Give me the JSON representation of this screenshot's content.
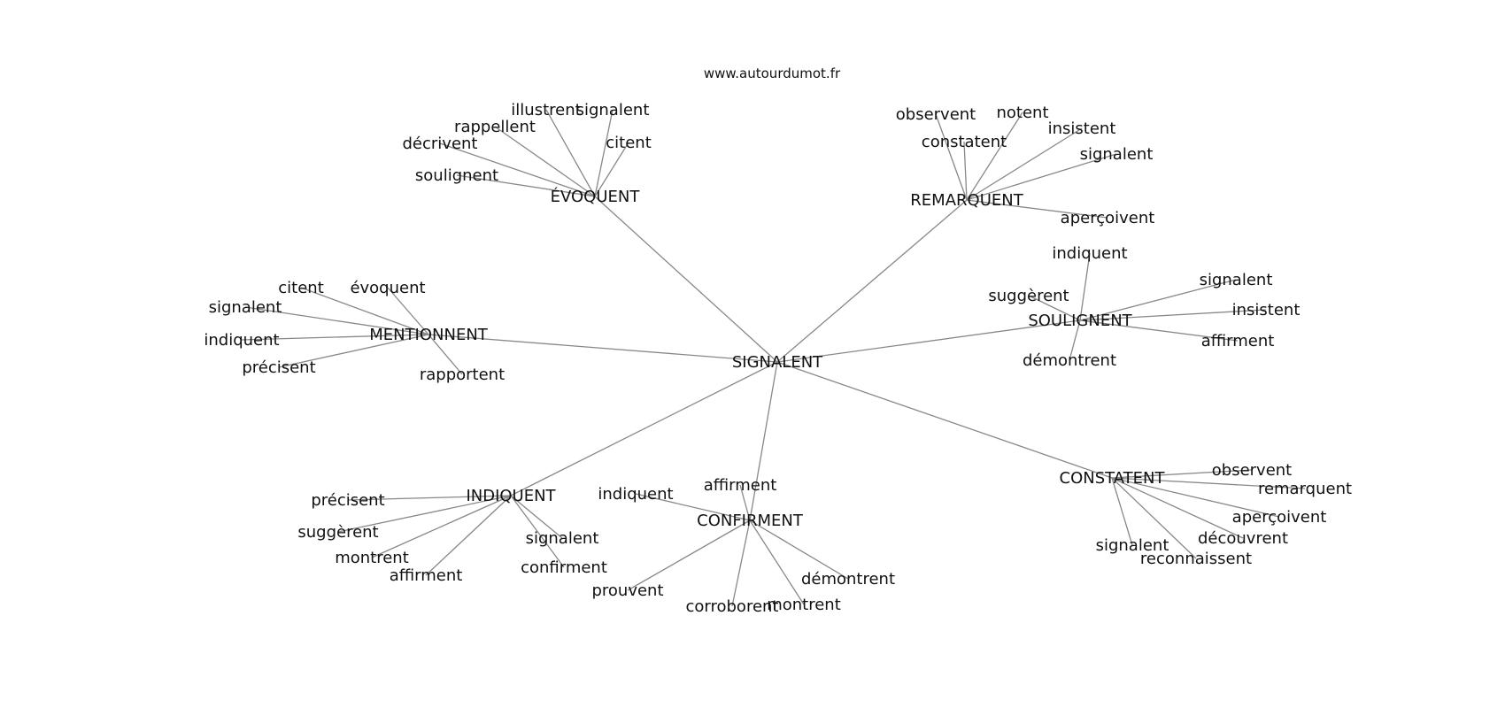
{
  "site": "www.autourdumot.fr",
  "center": "SIGNALENT",
  "groups": [
    {
      "word": "ÉVOQUENT",
      "leaves": [
        "illustrent",
        "signalent",
        "rappellent",
        "citent",
        "décrivent",
        "soulignent"
      ]
    },
    {
      "word": "REMARQUENT",
      "leaves": [
        "observent",
        "notent",
        "constatent",
        "insistent",
        "signalent",
        "aperçoivent"
      ]
    },
    {
      "word": "MENTIONNENT",
      "leaves": [
        "citent",
        "évoquent",
        "signalent",
        "indiquent",
        "précisent",
        "rapportent"
      ]
    },
    {
      "word": "SOULIGNENT",
      "leaves": [
        "indiquent",
        "signalent",
        "suggèrent",
        "insistent",
        "affirment",
        "démontrent"
      ]
    },
    {
      "word": "INDIQUENT",
      "leaves": [
        "précisent",
        "suggèrent",
        "signalent",
        "montrent",
        "confirment",
        "affirment"
      ]
    },
    {
      "word": "CONFIRMENT",
      "leaves": [
        "indiquent",
        "affirment",
        "démontrent",
        "prouvent",
        "montrent",
        "corroborent"
      ]
    },
    {
      "word": "CONSTATENT",
      "leaves": [
        "observent",
        "remarquent",
        "aperçoivent",
        "découvrent",
        "signalent",
        "reconnaissent"
      ]
    }
  ]
}
